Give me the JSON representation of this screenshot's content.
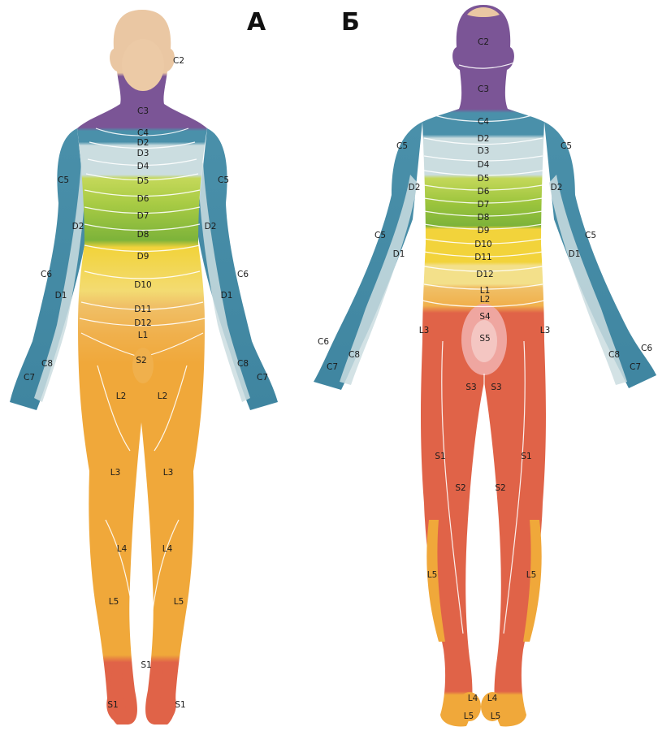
{
  "panels": {
    "front": {
      "title": "А"
    },
    "back": {
      "title": "Б"
    }
  },
  "colors": {
    "skin": "#eac7a3",
    "cervical_high": "#7b5596",
    "cervical_low": "#4a90aa",
    "thoracic_high": "#cbdde0",
    "thoracic_mid": "#9bc43c",
    "thoracic_low": "#f2d33b",
    "lumbar_high": "#f0c067",
    "lumbar": "#f0a83a",
    "sacral": "#e06348",
    "sacral_inner": "#efa6a0"
  },
  "front_labels": [
    "C2",
    "C3",
    "C4",
    "D2",
    "D3",
    "D4",
    "D5",
    "D6",
    "D7",
    "D8",
    "D9",
    "D10",
    "D11",
    "D12",
    "L1",
    "S2",
    "C5",
    "C5",
    "D2",
    "D2",
    "C6",
    "C6",
    "D1",
    "D1",
    "C8",
    "C8",
    "C7",
    "C7",
    "L2",
    "L2",
    "L3",
    "L3",
    "L4",
    "L4",
    "L5",
    "L5",
    "S1",
    "S1",
    "S1"
  ],
  "back_labels": [
    "C2",
    "C3",
    "C4",
    "D2",
    "D3",
    "D4",
    "D5",
    "D6",
    "D7",
    "D8",
    "D9",
    "D10",
    "D11",
    "D12",
    "L1",
    "L2",
    "S4",
    "S5",
    "S3",
    "S3",
    "C5",
    "C5",
    "D2",
    "D2",
    "C5",
    "C5",
    "D1",
    "D1",
    "L3",
    "L3",
    "C6",
    "C6",
    "C8",
    "C8",
    "C7",
    "C7",
    "S1",
    "S1",
    "S2",
    "S2",
    "L5",
    "L5",
    "L4",
    "L4",
    "L5",
    "L5"
  ]
}
